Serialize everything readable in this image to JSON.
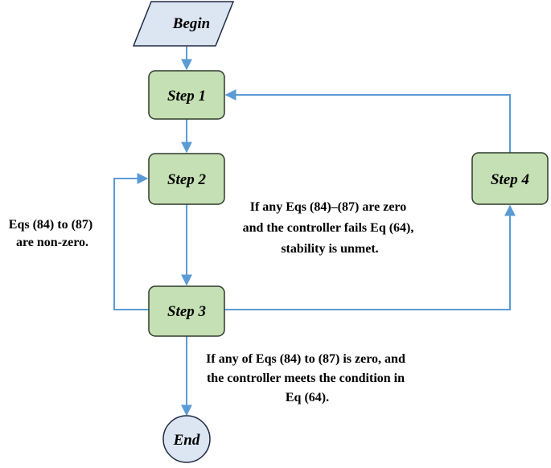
{
  "colors": {
    "process_fill": "#c5e0b4",
    "process_stroke": "#2e3a2a",
    "terminal_fill": "#dce6f2",
    "terminal_stroke": "#1f2a44",
    "connector": "#5b9bd5"
  },
  "nodes": {
    "begin": "Begin",
    "step1": "Step 1",
    "step2": "Step 2",
    "step3": "Step 3",
    "step4": "Step 4",
    "end": "End"
  },
  "notes": {
    "loop_left": [
      "Eqs (84) to (87)",
      "are non-zero."
    ],
    "to_step4": [
      "If any Eqs (84)–(87) are zero",
      "and the controller fails Eq (64),",
      "stability is unmet."
    ],
    "to_end": [
      "If any of Eqs (84) to (87) is zero, and",
      "the controller meets the condition in",
      "Eq (64)."
    ]
  }
}
